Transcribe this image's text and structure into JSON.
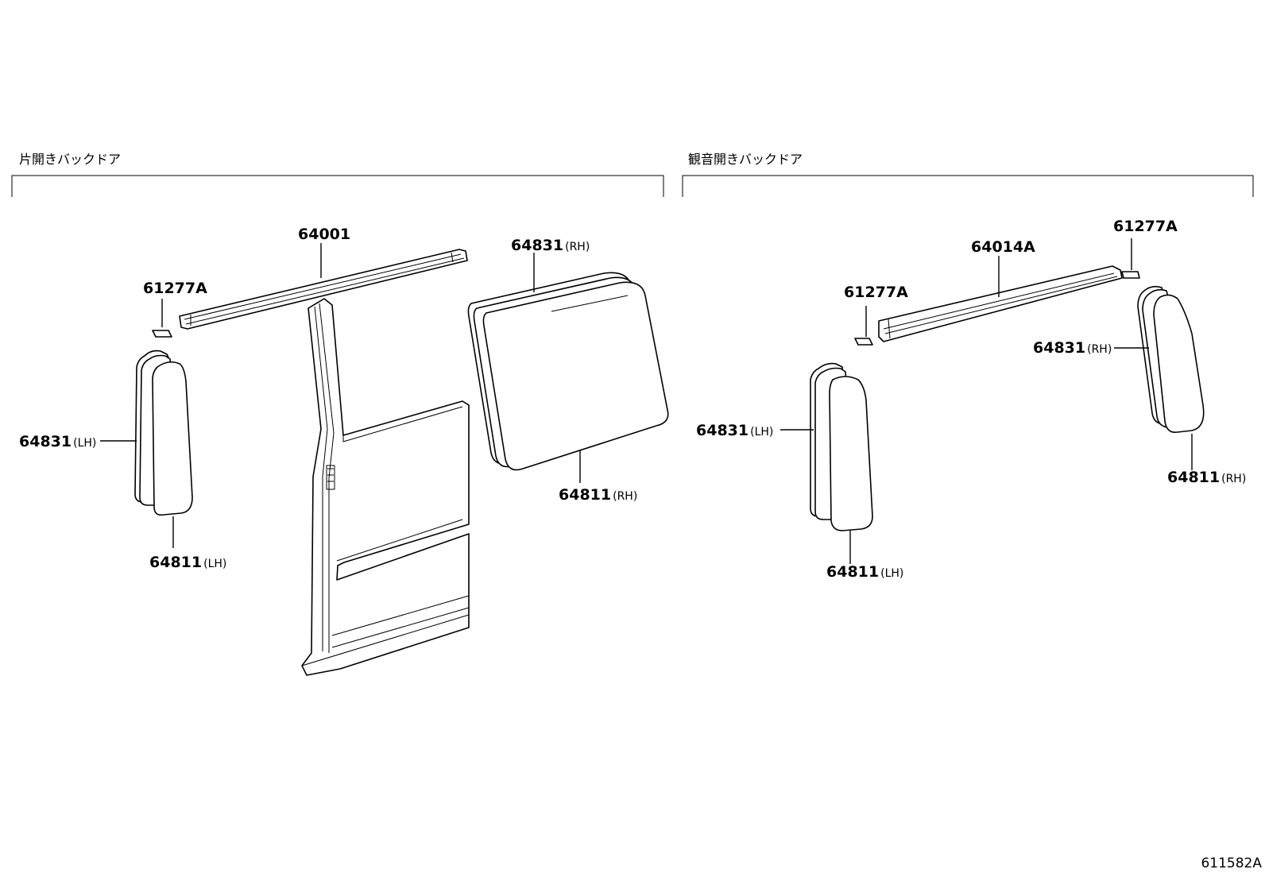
{
  "groups": [
    {
      "title": "片開きバックドア"
    },
    {
      "title": "観音開きバックドア"
    }
  ],
  "callouts": {
    "left_61277a": {
      "number": "61277A",
      "side": ""
    },
    "left_64001": {
      "number": "64001",
      "side": ""
    },
    "left_64831_rh": {
      "number": "64831",
      "side": "(RH)"
    },
    "left_64831_lh": {
      "number": "64831",
      "side": "(LH)"
    },
    "left_64811_lh": {
      "number": "64811",
      "side": "(LH)"
    },
    "left_64811_rh": {
      "number": "64811",
      "side": "(RH)"
    },
    "right_64014a": {
      "number": "64014A",
      "side": ""
    },
    "right_61277a_top": {
      "number": "61277A",
      "side": ""
    },
    "right_61277a_left": {
      "number": "61277A",
      "side": ""
    },
    "right_64831_rh": {
      "number": "64831",
      "side": "(RH)"
    },
    "right_64831_lh": {
      "number": "64831",
      "side": "(LH)"
    },
    "right_64811_rh": {
      "number": "64811",
      "side": "(RH)"
    },
    "right_64811_lh": {
      "number": "64811",
      "side": "(LH)"
    }
  },
  "diagram_id": "611582A"
}
